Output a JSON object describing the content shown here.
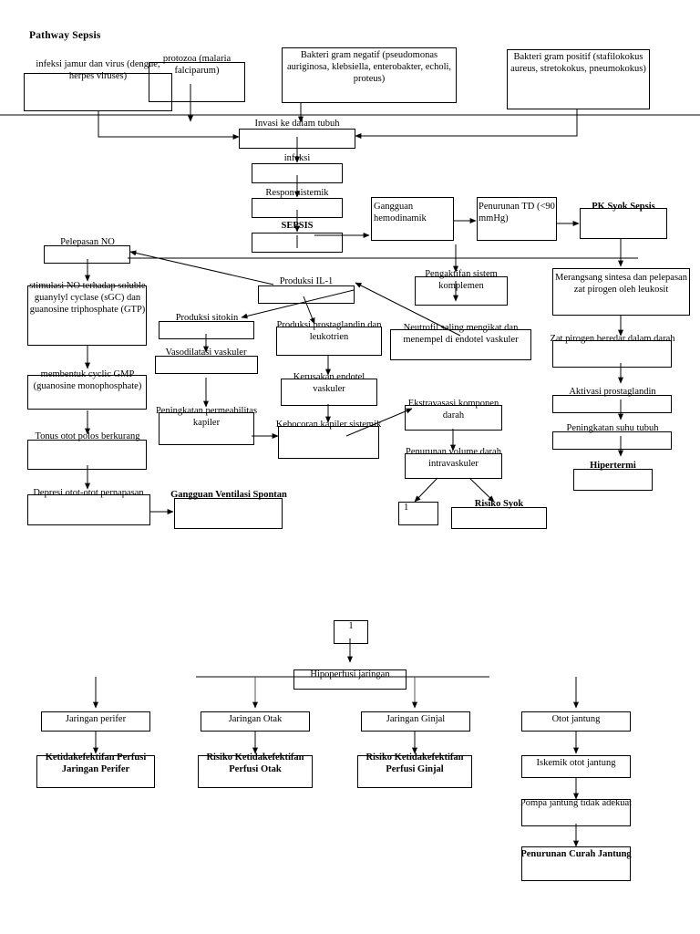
{
  "document": {
    "title": "Pathway Sepsis"
  },
  "colors": {
    "ink": "#000000",
    "paper": "#ffffff",
    "line": "#000000"
  },
  "sections": {
    "top": {
      "name": "sepsis-pathophysiology-upper",
      "nodes": {
        "n_jamur": "infeksi jamur dan virus (dengue, herpes viruses)",
        "n_protozoa": "protozoa (malaria falciparum)",
        "n_gram_neg": "Bakteri gram negatif (pseudomonas auriginosa, klebsiella, enterobakter, echoli, proteus)",
        "n_gram_pos": "Bakteri gram positif (stafilokokus aureus, stretokokus, pneumokokus)",
        "n_invasi": "Invasi ke dalam tubuh",
        "n_infeksi": "infeksi",
        "n_respon": "Respon sistemik",
        "n_sepsis": "SEPSIS",
        "n_hemodinamik": "Gangguan hemodinamik",
        "n_td": "Penurunan TD (<90 mmHg)",
        "n_pk_syok": "PK Syok Sepsis",
        "n_pelepasan_no": "Pelepasan NO",
        "n_stimulasi_no": "stimulasi NO terhadap soluble guanylyl cyclase (sGC) dan guanosine triphosphate (GTP)",
        "n_cgmp": "membentuk cyclic GMP (guanosine monophosphate)",
        "n_tonus": "Tonus otot polos berkurang",
        "n_depresi": "Depresi otot-otot pernapasan",
        "n_ventilasi": "Gangguan Ventilasi Spontan",
        "n_il1": "Produksi IL-1",
        "n_sitokin": "Produksi sitokin",
        "n_vasodilatasi": "Vasodilatasi vaskuler",
        "n_permeabilitas": "Peningkatan permeabilitas kapiler",
        "n_prostaglandin": "Produksi prostaglandin dan  leukotrien",
        "n_kerusakan": "Kerusakan endotel vaskuler",
        "n_kebocoran": "Kebocoran kapiler sistemik",
        "n_komplemen": "Pengaktifan sistem komplemen",
        "n_neutrofil": "Neutrofil saling mengikat dan menempel di endotel vaskuler",
        "n_ekstravasasi": "Ekstravasasi komponen darah",
        "n_penurunan_volume": "Penurunan volume darah intravaskuler",
        "n_ref_one_top": "1",
        "n_risiko_syok": "Risiko  Syok",
        "n_merangsang": "Merangsang sintesa dan pelepasan zat pirogen oleh leukosit",
        "n_zat_pirogen": "Zat pirogen beredar dalam darah",
        "n_aktivasi_prost": "Aktivasi prostaglandin",
        "n_suhu": "Peningkatan suhu tubuh",
        "n_hipertermi": "Hipertermi"
      }
    },
    "bottom": {
      "name": "hypoperfusion-branches",
      "nodes": {
        "n_ref_one_bottom": "1",
        "n_hipoperfusi": "Hipoperfusi jaringan",
        "n_jar_perifer": "Jaringan perifer",
        "n_jar_otak": "Jaringan Otak",
        "n_jar_ginjal": "Jaringan Ginjal",
        "n_otot_jantung": "Otot jantung",
        "n_dx_perifer": "Ketidakefektifan Perfusi Jaringan Perifer",
        "n_dx_otak": "Risiko Ketidakefektifan Perfusi Otak",
        "n_dx_ginjal": "Risiko Ketidakefektifan Perfusi Ginjal",
        "n_iskemik": "Iskemik otot jantung",
        "n_pompa": "Pompa jantung tidak adekuat",
        "n_dx_curah": "Penurunan Curah Jantung"
      }
    }
  }
}
